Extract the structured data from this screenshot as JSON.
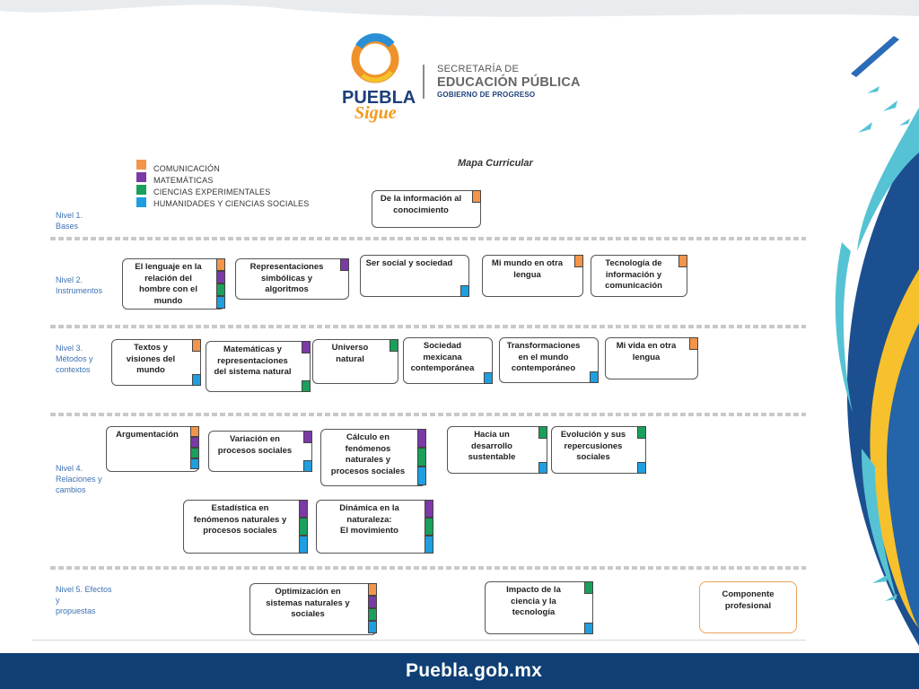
{
  "colors": {
    "comunicacion": "#f2954b",
    "matematicas": "#7b3aa6",
    "ciencias": "#1aa05a",
    "humanidades": "#1f9fe0",
    "footer": "#0f3f74",
    "level_text": "#3d72b4"
  },
  "header": {
    "logo_word": "PUEBLA",
    "logo_sub": "Sigue",
    "sec_line1": "SECRETARÍA DE",
    "sec_line2": "EDUCACIÓN PÚBLICA",
    "sec_line3": "GOBIERNO DE PROGRESO"
  },
  "diagram": {
    "title": "Mapa Curricular",
    "legend": [
      {
        "label": "COMUNICACIÓN",
        "key": "comunicacion"
      },
      {
        "label": "MATEMÁTICAS",
        "key": "matematicas"
      },
      {
        "label": "CIENCIAS EXPERIMENTALES",
        "key": "ciencias"
      },
      {
        "label": "HUMANIDADES Y CIENCIAS SOCIALES",
        "key": "humanidades"
      }
    ],
    "levels": [
      "Nivel 1.\nBases",
      "Nivel 2.\nInstrumentos",
      "Nivel 3.\nMétodos y\n contextos",
      "Nivel 4.\nRelaciones y\n cambios",
      "Nivel 5. Efectos\ny\npropuestas"
    ],
    "nodes": [
      {
        "label": "De la información al\nconocimiento",
        "tags": "top:comunicacion"
      },
      {
        "label": "El lenguaje en la\nrelación del\nhombre con el\nmundo",
        "tags": "stack:comunicacion,matematicas,ciencias,humanidades"
      },
      {
        "label": "Representaciones\nsimbólicas y\nalgoritmos",
        "tags": "top:matematicas"
      },
      {
        "label": "Ser social y sociedad",
        "tags": "bottom:humanidades"
      },
      {
        "label": "Mi mundo en otra\nlengua",
        "tags": "top:comunicacion"
      },
      {
        "label": "Tecnología de\ninformación y\ncomunicación",
        "tags": "top:comunicacion"
      },
      {
        "label": "Textos y\nvisiones del\nmundo",
        "tags": "top:comunicacion;bottom:humanidades"
      },
      {
        "label": "Matemáticas y\nrepresentaciones\ndel sistema natural",
        "tags": "top:matematicas;bottom:ciencias"
      },
      {
        "label": "Universo\nnatural",
        "tags": "top:ciencias"
      },
      {
        "label": "Sociedad\nmexicana\ncontemporánea",
        "tags": "bottom:humanidades"
      },
      {
        "label": "Transformaciones\nen el mundo\ncontemporáneo",
        "tags": "bottom:humanidades"
      },
      {
        "label": "Mi vida en otra\nlengua",
        "tags": "top:comunicacion"
      },
      {
        "label": "Argumentación",
        "tags": "stack:comunicacion,matematicas,ciencias,humanidades"
      },
      {
        "label": "Variación en\nprocesos sociales",
        "tags": "top:matematicas;bottom:humanidades"
      },
      {
        "label": "Cálculo en\nfenómenos\nnaturales y\nprocesos sociales",
        "tags": "stack:matematicas,ciencias,humanidades"
      },
      {
        "label": "Hacia un\ndesarrollo\nsustentable",
        "tags": "top:ciencias;bottom:humanidades"
      },
      {
        "label": "Evolución y sus\nrepercusiones\nsociales",
        "tags": "top:ciencias;bottom:humanidades"
      },
      {
        "label": "Estadística en\nfenómenos naturales y\nprocesos sociales",
        "tags": "stack:matematicas,ciencias,humanidades"
      },
      {
        "label": "Dinámica en la\nnaturaleza:\nEl movimiento",
        "tags": "stack:matematicas,ciencias,humanidades"
      },
      {
        "label": "Optimización en\nsistemas naturales y\nsociales",
        "tags": "stack:comunicacion,matematicas,ciencias,humanidades"
      },
      {
        "label": "Impacto de la\nciencia y la\ntecnología",
        "tags": "top:ciencias;bottom:humanidades"
      },
      {
        "label": "Componente\nprofesional",
        "tags": "none"
      }
    ]
  },
  "footer": {
    "text": "Puebla.gob.mx"
  }
}
